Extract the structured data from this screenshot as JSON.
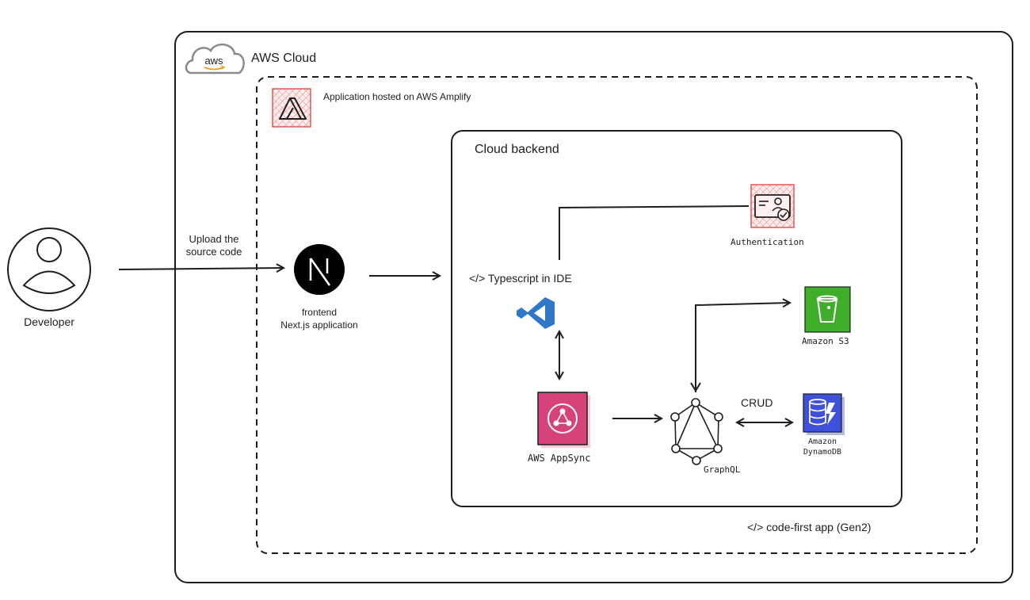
{
  "aws_cloud": {
    "title": "AWS Cloud",
    "logo_text": "aws"
  },
  "amplify": {
    "label": "Application hosted on AWS Amplify",
    "footer": "</> code-first app (Gen2)"
  },
  "developer": {
    "label": "Developer"
  },
  "upload": {
    "line1": "Upload the",
    "line2": "source code"
  },
  "frontend": {
    "line1": "frontend",
    "line2": "Next.js application"
  },
  "backend": {
    "title": "Cloud backend",
    "ide_label": "</> Typescript in IDE",
    "auth_label": "Authentication",
    "s3_label": "Amazon S3",
    "appsync_label": "AWS AppSync",
    "graphql_label": "GraphQL",
    "crud_label": "CRUD",
    "dynamo_line1": "Amazon",
    "dynamo_line2": "DynamoDB"
  },
  "colors": {
    "stroke": "#1e1e1e",
    "amplify_red": "#e03131",
    "amplify_fill": "#ffc9c9",
    "appsync_pink": "#d6437a",
    "s3_green": "#3fae2a",
    "dynamo_blue": "#3f51d8",
    "vscode_blue": "#2f77c7"
  },
  "icons": [
    "aws-cloud-icon",
    "amplify-icon",
    "user-icon",
    "nextjs-icon",
    "vscode-icon",
    "authentication-icon",
    "s3-bucket-icon",
    "appsync-icon",
    "graphql-icon",
    "dynamodb-icon"
  ]
}
